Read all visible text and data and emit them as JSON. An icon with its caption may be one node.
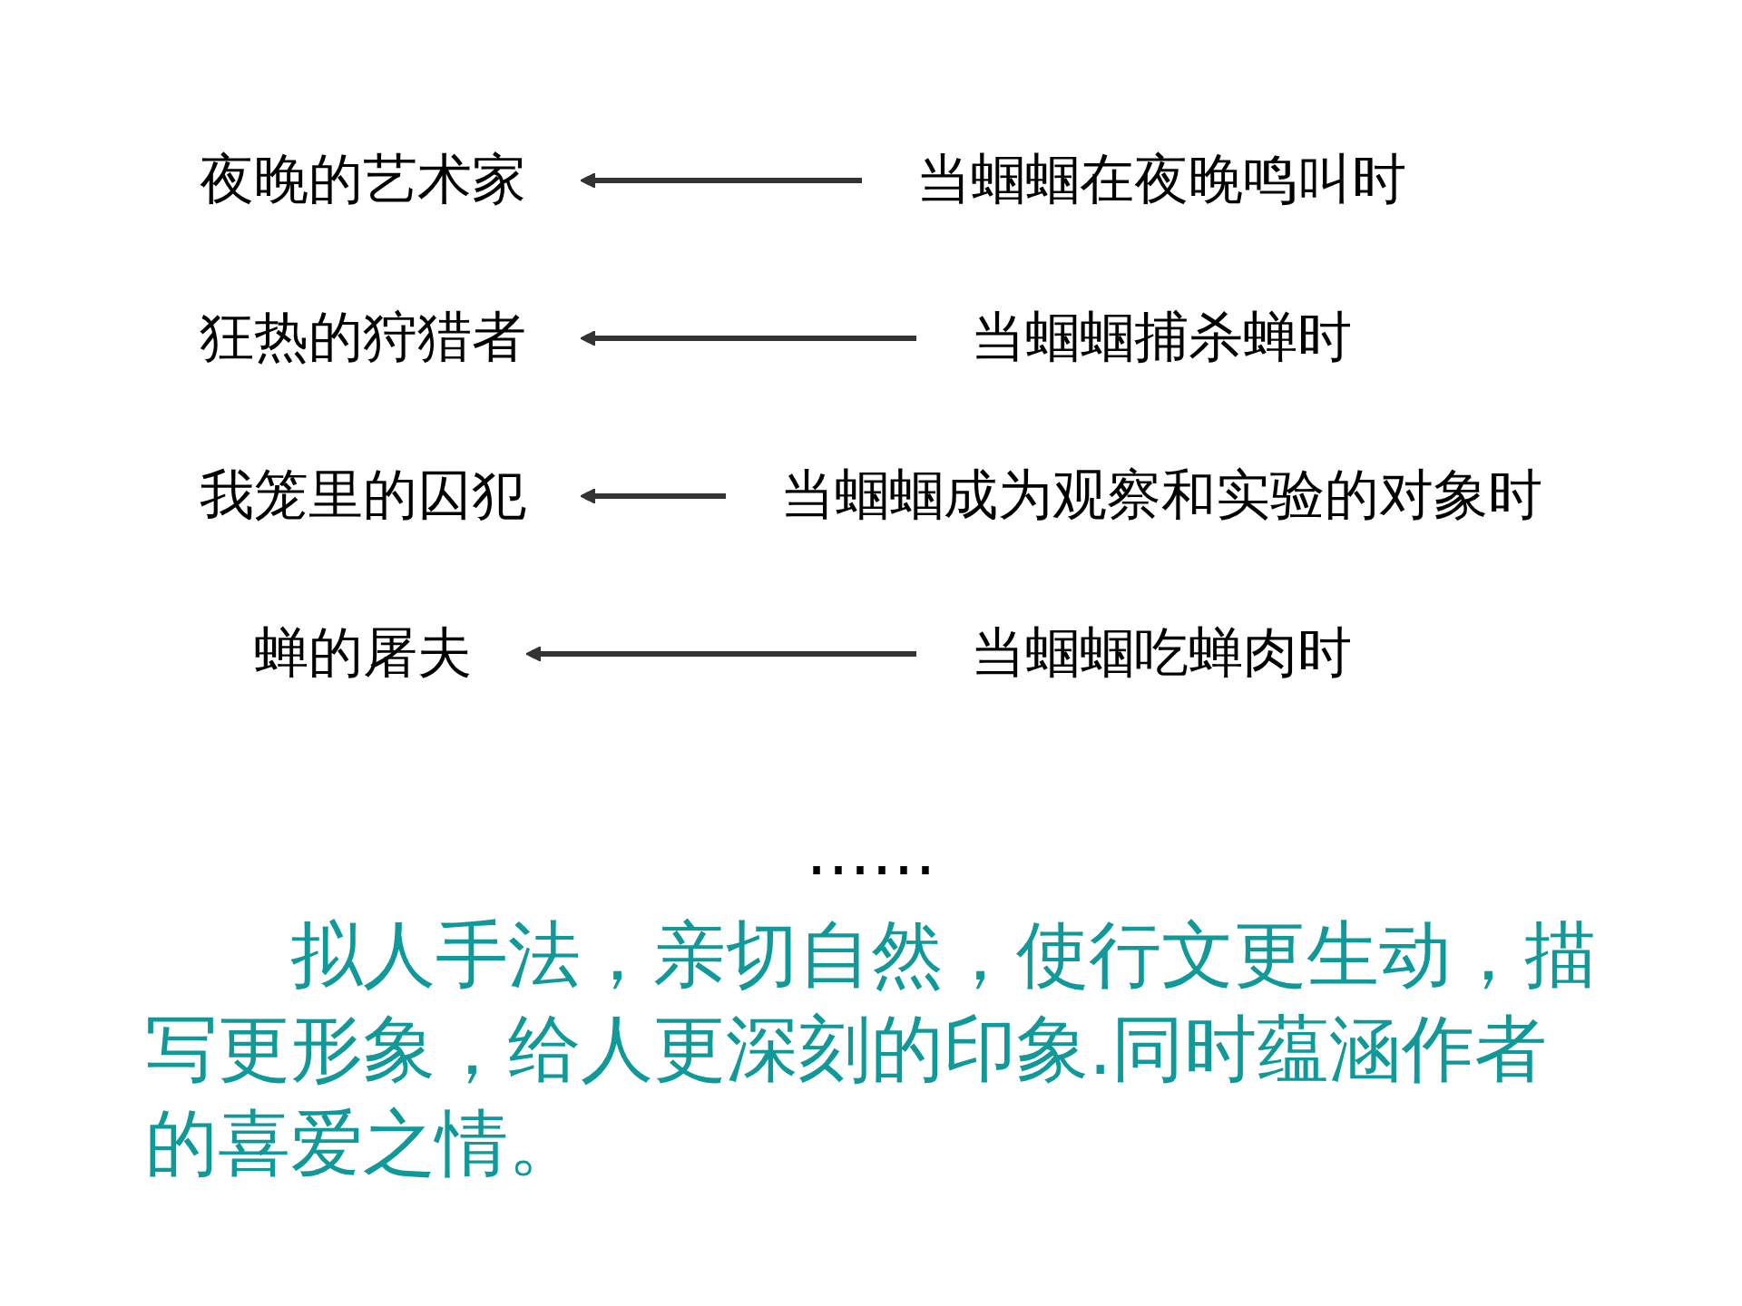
{
  "diagram": {
    "nodes": [
      {
        "text": [
          "夜晚的艺术家"
        ]
      },
      {
        "text": [
          "当蝈蝈在夜晚鸣叫时"
        ]
      },
      {
        "text": [
          "狂热的狩猎者"
        ]
      },
      {
        "text": [
          "当蝈蝈捕杀蝉时"
        ]
      },
      {
        "text": [
          "我笼里的囚犯"
        ]
      },
      {
        "text": [
          "当蝈蝈成为观察和实验的对象时"
        ]
      },
      {
        "text": [
          "蝉的屠夫"
        ]
      },
      {
        "text": [
          "当蝈蝈吃蝉肉时"
        ]
      }
    ],
    "edges": [
      {
        "from": 1,
        "to": 0,
        "arrow": "to"
      },
      {
        "from": 3,
        "to": 2,
        "arrow": "to"
      },
      {
        "from": 5,
        "to": 4,
        "arrow": "to"
      },
      {
        "from": 7,
        "to": 6,
        "arrow": "to"
      }
    ],
    "labels": [
      "……",
      "拟人手法，亲切自然，使行文更生动，描写更形象，给人更深刻的印象.同时蕴涵作者的喜爱之情。"
    ]
  }
}
